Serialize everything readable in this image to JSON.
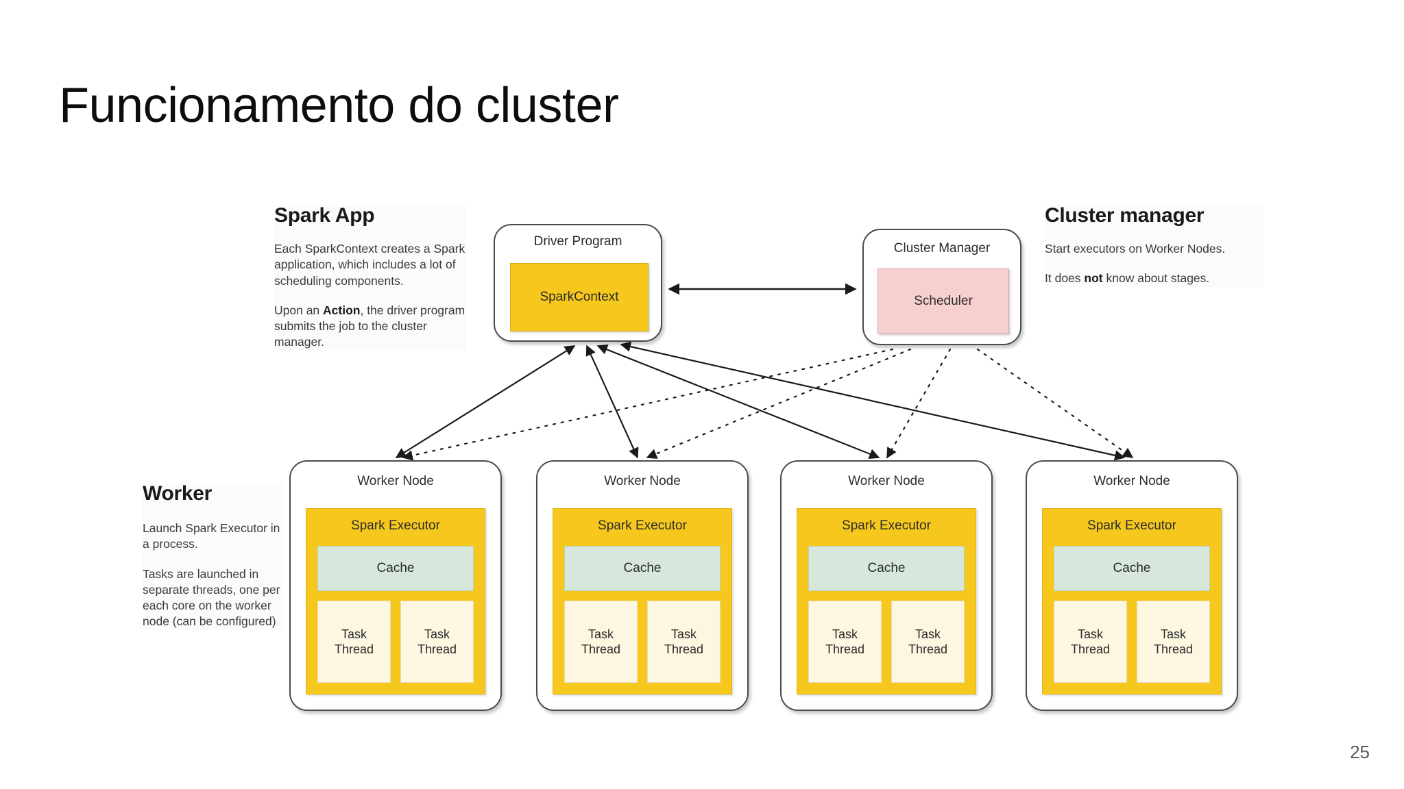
{
  "slide": {
    "title": "Funcionamento do cluster",
    "page_number": "25"
  },
  "diagram": {
    "spark_app": {
      "heading": "Spark App",
      "paragraphs": [
        "Each SparkContext creates a Spark application, which includes a lot of scheduling components.",
        "Upon an Action, the driver program submits the job to the cluster manager."
      ],
      "emphasis": "Action"
    },
    "cluster_manager_side": {
      "heading": "Cluster manager",
      "paragraphs": [
        "Start executors on Worker Nodes.",
        "It does not know about stages."
      ],
      "emphasis": "not"
    },
    "worker_side": {
      "heading": "Worker",
      "paragraphs": [
        "Launch Spark Executor in a process.",
        "Tasks are launched in separate threads, one per each core on the worker node (can be configured)"
      ]
    },
    "driver_program": {
      "caption": "Driver Program",
      "inner_label": "SparkContext"
    },
    "cluster_manager_box": {
      "caption": "Cluster Manager",
      "inner_label": "Scheduler"
    },
    "worker_nodes": [
      {
        "caption": "Worker Node",
        "executor_label": "Spark Executor",
        "cache_label": "Cache",
        "threads": [
          {
            "line1": "Task",
            "line2": "Thread"
          },
          {
            "line1": "Task",
            "line2": "Thread"
          }
        ]
      },
      {
        "caption": "Worker Node",
        "executor_label": "Spark Executor",
        "cache_label": "Cache",
        "threads": [
          {
            "line1": "Task",
            "line2": "Thread"
          },
          {
            "line1": "Task",
            "line2": "Thread"
          }
        ]
      },
      {
        "caption": "Worker Node",
        "executor_label": "Spark Executor",
        "cache_label": "Cache",
        "threads": [
          {
            "line1": "Task",
            "line2": "Thread"
          },
          {
            "line1": "Task",
            "line2": "Thread"
          }
        ]
      },
      {
        "caption": "Worker Node",
        "executor_label": "Spark Executor",
        "cache_label": "Cache",
        "threads": [
          {
            "line1": "Task",
            "line2": "Thread"
          },
          {
            "line1": "Task",
            "line2": "Thread"
          }
        ]
      }
    ]
  },
  "colors": {
    "executor_yellow": "#f6c81e",
    "spark_context_yellow": "#f6c81e",
    "scheduler_pink": "#f7cfcf",
    "cache_green": "#d7e7dc",
    "task_thread_cream": "#fdf6e1",
    "box_border": "#4a4a4a",
    "page_number_gray": "#595959",
    "background": "#ffffff"
  }
}
